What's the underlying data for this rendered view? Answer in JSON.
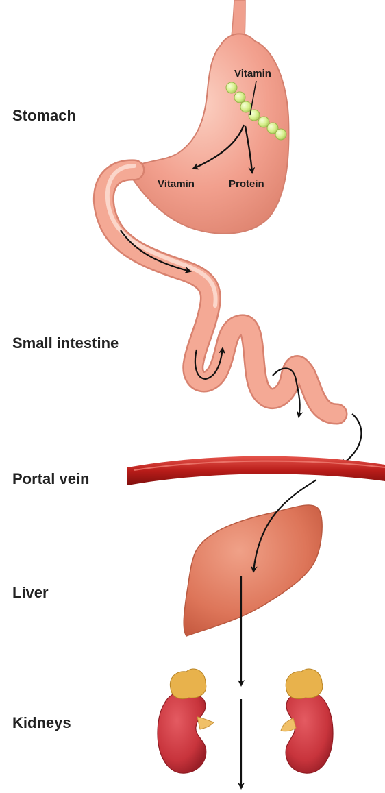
{
  "labels": {
    "stomach": "Stomach",
    "small_intestine": "Small intestine",
    "portal_vein": "Portal vein",
    "liver": "Liver",
    "kidneys": "Kidneys"
  },
  "stomach_annotations": {
    "vitamin_bound": "Vitamin",
    "vitamin_free": "Vitamin",
    "protein": "Protein"
  },
  "colors": {
    "organ_pink": "#f2a08e",
    "organ_shadow": "#d97b6a",
    "vein_red": "#c0211d",
    "liver": "#dd7559",
    "kidney": "#c8343c",
    "adrenal": "#e8b24c",
    "vitamin_bead": "#d7ef8c",
    "arrow": "#111111"
  },
  "icons": {
    "vitamin_protein_chain": "bead-chain-icon"
  }
}
